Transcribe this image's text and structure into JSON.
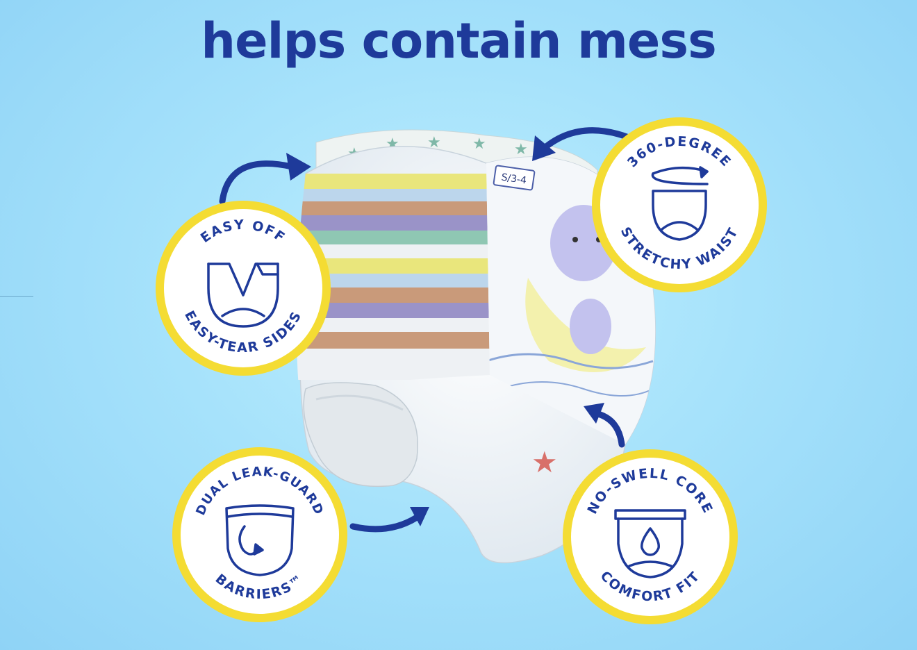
{
  "headline": "helps contain mess",
  "colors": {
    "brand_blue": "#1e3a9a",
    "badge_ring": "#f4dc33",
    "badge_fill": "#ffffff",
    "background": "#a6e2fb"
  },
  "product": {
    "size_tag": "S/3-4"
  },
  "features": [
    {
      "top": "EASY OFF",
      "bottom": "EASY-TEAR SIDES",
      "icon": "easy-tear-underwear-icon"
    },
    {
      "top": "360-DEGREE",
      "bottom": "STRETCHY WAIST",
      "icon": "stretchy-waist-icon"
    },
    {
      "top": "DUAL LEAK-GUARD",
      "bottom": "BARRIERS™",
      "icon": "leak-guard-icon"
    },
    {
      "top": "NO-SWELL CORE",
      "bottom": "COMFORT FIT",
      "icon": "water-drop-core-icon"
    }
  ]
}
